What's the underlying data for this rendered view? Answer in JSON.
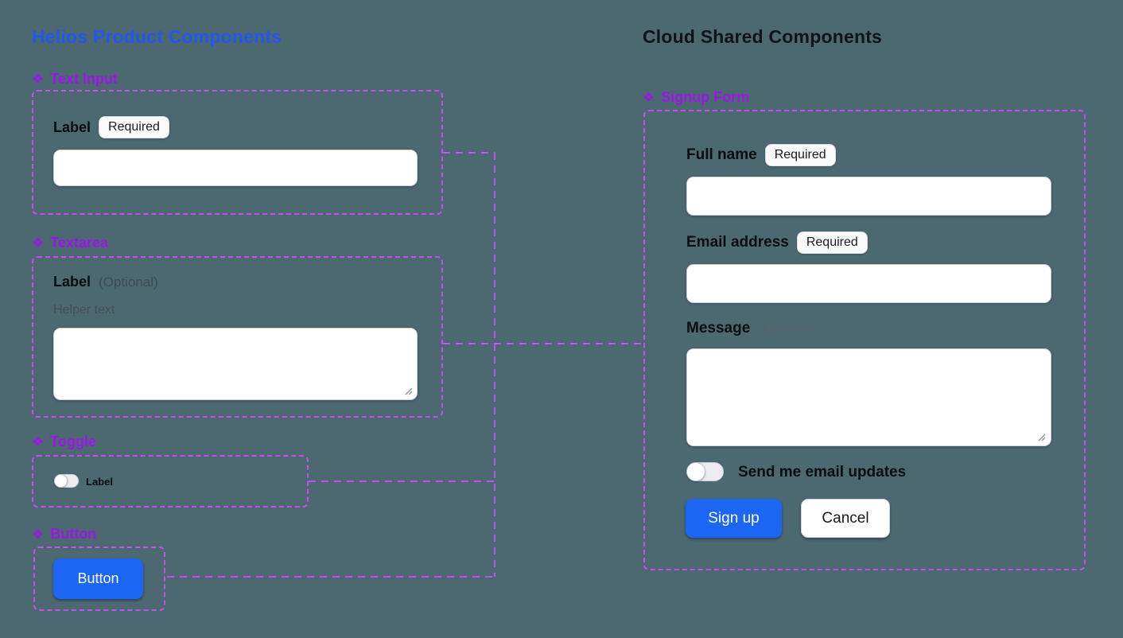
{
  "icons": {
    "component": "❖"
  },
  "colors": {
    "background": "#4c6871",
    "component_purple": "#9d16e9",
    "connector_purple": "#c64ff4",
    "helios_title_blue": "#2358ef",
    "cloud_title_dark": "#101318",
    "primary_blue": "#1b66f3"
  },
  "helios": {
    "title": "Helios Product Components",
    "text_input": {
      "header": "Text Input",
      "label": "Label",
      "badge": "Required",
      "value": ""
    },
    "textarea": {
      "header": "Textarea",
      "label": "Label",
      "optional": "(Optional)",
      "helper": "Helper text",
      "value": ""
    },
    "toggle": {
      "header": "Toggle",
      "label": "Label",
      "state": "off"
    },
    "button": {
      "header": "Button",
      "label": "Button"
    }
  },
  "cloud": {
    "title": "Cloud Shared Components",
    "signup_form": {
      "header": "Signup Form",
      "full_name": {
        "label": "Full name",
        "badge": "Required",
        "value": ""
      },
      "email": {
        "label": "Email address",
        "badge": "Required",
        "value": ""
      },
      "message": {
        "label": "Message",
        "optional": "(Optional)",
        "value": ""
      },
      "updates_toggle": {
        "label": "Send me email updates",
        "state": "off"
      },
      "submit_label": "Sign up",
      "cancel_label": "Cancel"
    }
  }
}
